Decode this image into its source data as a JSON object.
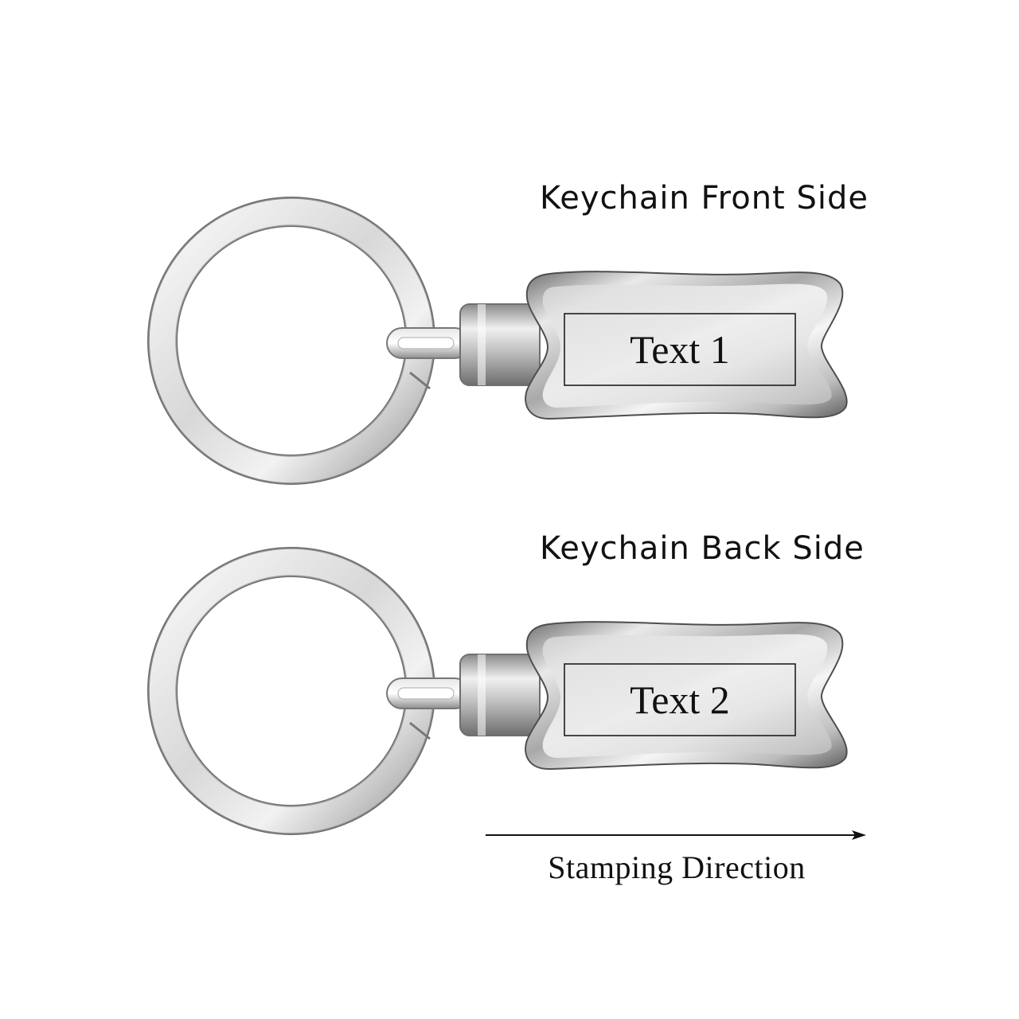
{
  "front": {
    "heading": "Keychain Front Side",
    "plate_text": "Text 1"
  },
  "back": {
    "heading": "Keychain Back Side",
    "plate_text": "Text 2"
  },
  "direction": {
    "caption": "Stamping Direction"
  },
  "colors": {
    "background": "#ffffff",
    "text": "#111111",
    "metal_light": "#f4f4f4",
    "metal_mid": "#c9c9c9",
    "metal_dark": "#7a7a7a"
  }
}
